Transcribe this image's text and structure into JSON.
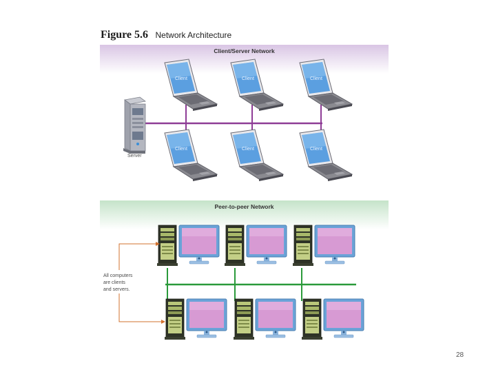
{
  "figure": {
    "number": "Figure 5.6",
    "title": "Network Architecture"
  },
  "client_server": {
    "title": "Client/Server Network",
    "server_label": "Server",
    "clients": [
      {
        "label": "Client"
      },
      {
        "label": "Client"
      },
      {
        "label": "Client"
      },
      {
        "label": "Client"
      },
      {
        "label": "Client"
      },
      {
        "label": "Client"
      }
    ],
    "line_color": "#8e3c96"
  },
  "peer_to_peer": {
    "title": "Peer-to-peer Network",
    "annotation": [
      "All computers",
      "are clients",
      "and servers."
    ],
    "line_color": "#2a9a3a",
    "arrow_color": "#d2712e"
  },
  "colors": {
    "client_server_header": "#d9c5e4",
    "peer_to_peer_header": "#c5e3c9",
    "screen_blue": "#5b9fe0",
    "monitor_screen": "#d79ad3"
  },
  "page_number": "28"
}
